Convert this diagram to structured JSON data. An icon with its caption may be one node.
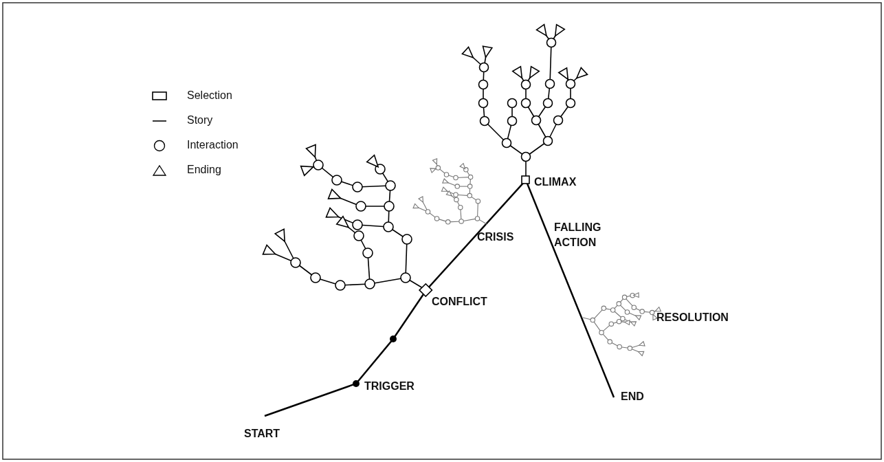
{
  "diagram": {
    "labels": [
      "CLIMAX",
      "CRISIS",
      "FALLING ACTION",
      "CONFLICT",
      "RESOLUTION",
      "TRIGGER",
      "END",
      "START"
    ],
    "legend": [
      {
        "text": "Selection"
      },
      {
        "text": "Story"
      },
      {
        "text": "Interaction"
      },
      {
        "text": "Ending"
      }
    ]
  }
}
